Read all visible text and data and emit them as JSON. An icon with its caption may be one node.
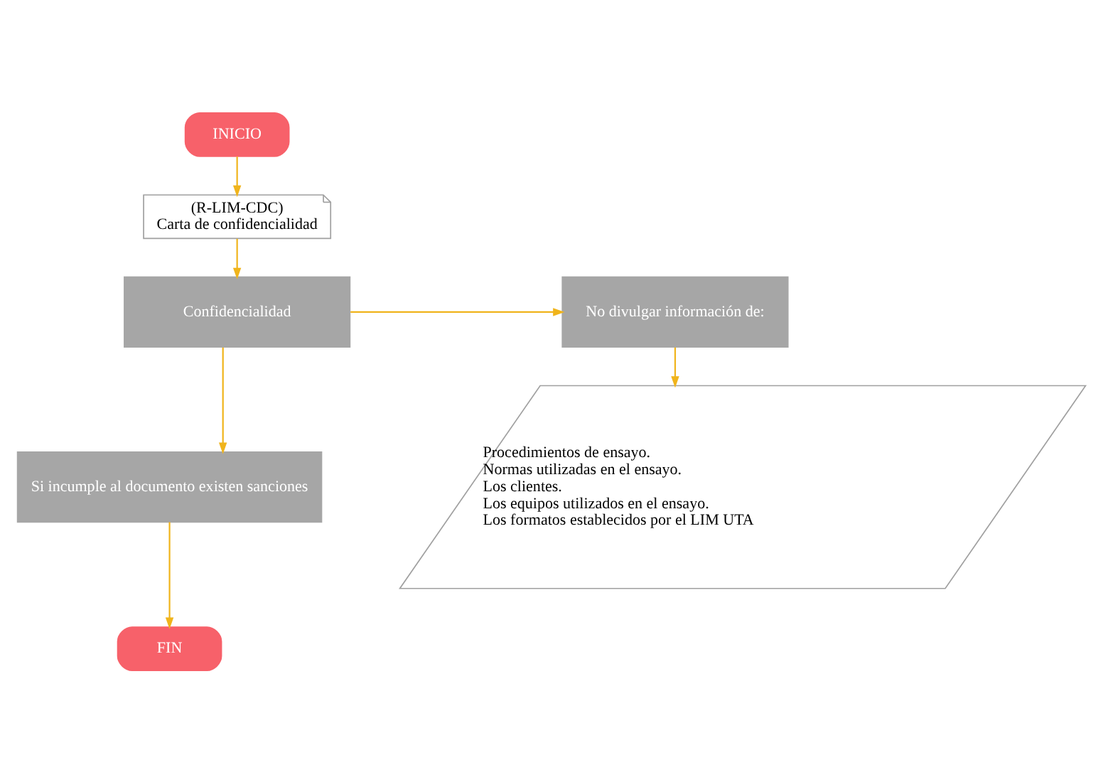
{
  "diagram": {
    "nodes": [
      {
        "text": [
          "INICIO"
        ]
      },
      {
        "text": [
          "(R-LIM-CDC)",
          "Carta de confidencialidad"
        ]
      },
      {
        "text": [
          "Confidencialidad"
        ]
      },
      {
        "text": [
          "No divulgar información de:"
        ]
      },
      {
        "text": [
          "Si incumple al documento existen sanciones"
        ]
      },
      {
        "text": [
          "Procedimientos de ensayo.",
          "Normas utilizadas en el ensayo.",
          "Los clientes.",
          "Los equipos utilizados en el ensayo.",
          "Los formatos establecidos por el LIM UTA"
        ]
      },
      {
        "text": [
          "FIN"
        ]
      }
    ],
    "edges": [
      {
        "from": 0,
        "to": 1,
        "arrow": "to"
      },
      {
        "from": 1,
        "to": 2,
        "arrow": "to"
      },
      {
        "from": 2,
        "to": 3,
        "arrow": "to"
      },
      {
        "from": 3,
        "to": 5,
        "arrow": "to"
      },
      {
        "from": 2,
        "to": 4,
        "arrow": "to"
      },
      {
        "from": 4,
        "to": 6,
        "arrow": "to"
      }
    ]
  }
}
